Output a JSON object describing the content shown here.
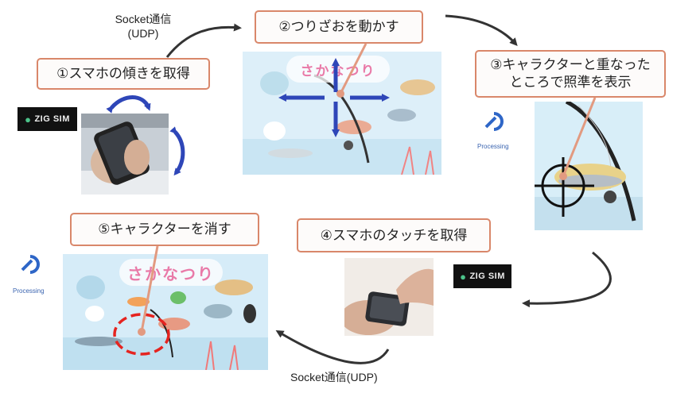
{
  "steps": {
    "s1": "①スマホの傾きを取得",
    "s2": "②つりざおを動かす",
    "s3_line1": "③キャラクターと重なった",
    "s3_line2": "ところで照準を表示",
    "s4": "④スマホのタッチを取得",
    "s5": "⑤キャラクターを消す"
  },
  "protocols": {
    "top_line1": "Socket通信",
    "top_line2": "(UDP)",
    "bottom": "Socket通信(UDP)"
  },
  "logos": {
    "zig_sim": "ZIG SIM",
    "processing": "Processing"
  },
  "game_title": "さかなつり",
  "colors": {
    "callout_border": "#d9876a",
    "arrow": "#333333",
    "blue_arrow": "#2e46b8",
    "red_circle": "#e52420",
    "pointer_line": "#e29a80"
  }
}
